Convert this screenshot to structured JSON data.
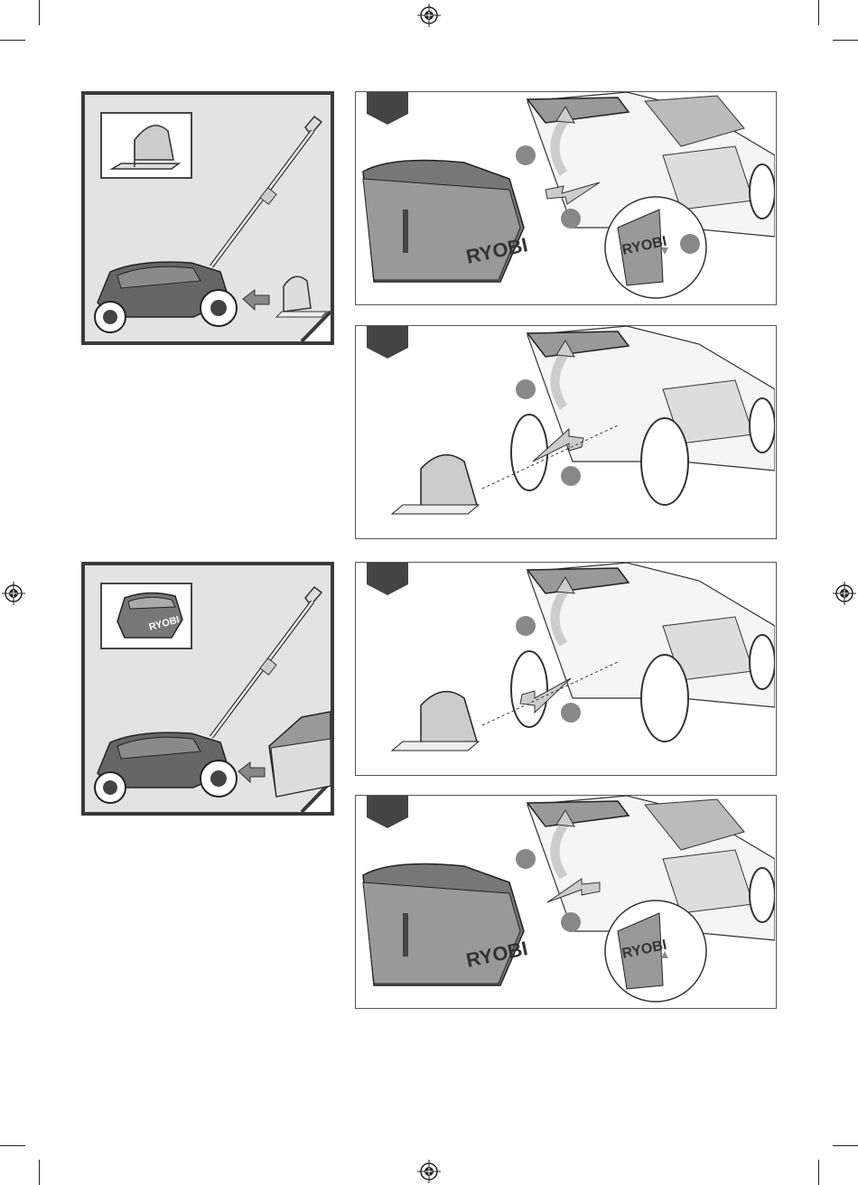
{
  "brand": "RYOBI",
  "colors": {
    "panel_bg": "#e3e3e3",
    "panel_border": "#3a3a3a",
    "tab_fill": "#444444",
    "arrow_fill": "#c8c8c8",
    "outline": "#333333",
    "circle_fill": "#888888"
  },
  "icons": {
    "registration": "crosshair-circle-icon",
    "insert_arrow": "arrow-right-icon",
    "lift_arrow": "curved-arrow-up-icon"
  },
  "steps": [
    "step-1",
    "step-2",
    "step-3",
    "step-4"
  ]
}
